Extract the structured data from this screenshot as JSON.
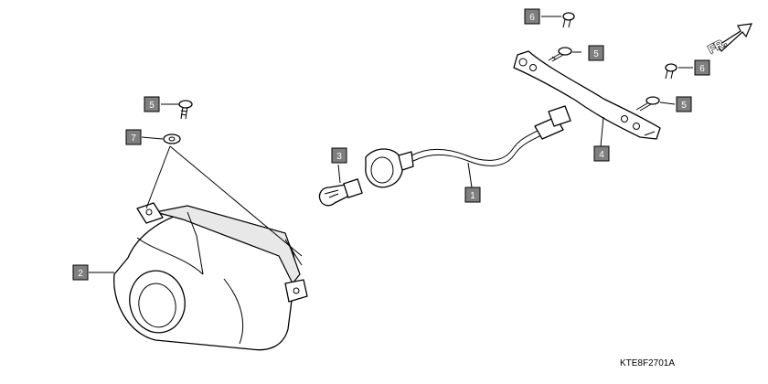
{
  "diagram": {
    "drawing_code": "KTE8F2701A",
    "direction_label": "FR.",
    "callouts": [
      "1",
      "2",
      "3",
      "4",
      "5",
      "5",
      "5",
      "6",
      "6",
      "7"
    ]
  }
}
